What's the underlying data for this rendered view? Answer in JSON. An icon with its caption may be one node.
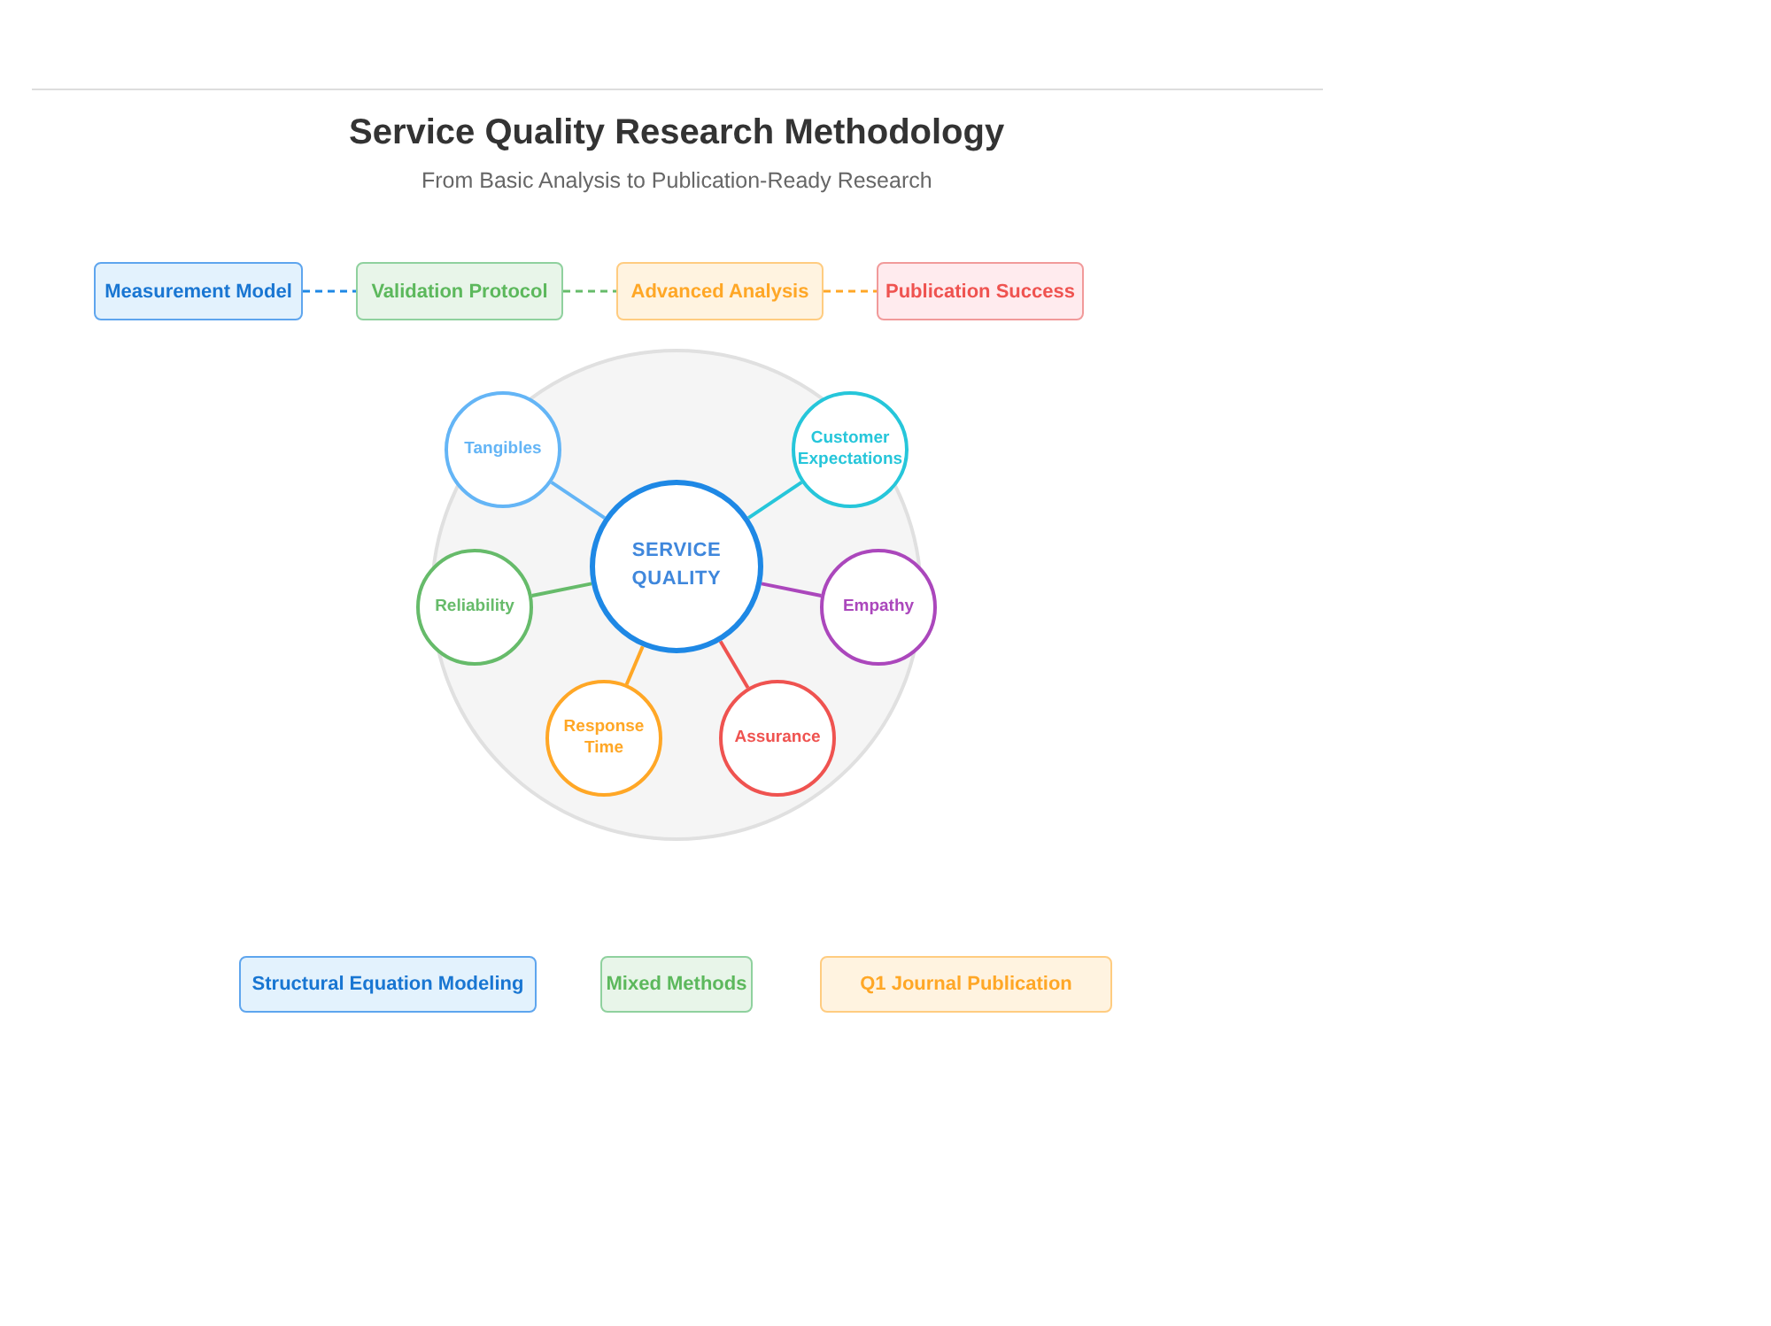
{
  "diagram": {
    "title": "Service Quality Research Methodology",
    "nodes": [
      {
        "text": [
          "Measurement Model"
        ]
      },
      {
        "text": [
          "Validation Protocol"
        ]
      },
      {
        "text": [
          "Advanced Analysis"
        ]
      },
      {
        "text": [
          "Publication Success"
        ]
      },
      {
        "text": [],
        "shape": "circle"
      },
      {
        "text": [
          "Tangibles"
        ],
        "in": 4
      },
      {
        "text": [
          "Customer Expectations"
        ],
        "in": 4
      },
      {
        "text": [
          "SERVICE QUALITY"
        ],
        "in": 4
      },
      {
        "text": [
          "Reliability"
        ],
        "in": 4
      },
      {
        "text": [
          "Empathy"
        ],
        "in": 4
      },
      {
        "text": [
          "Response Time"
        ],
        "in": 4
      },
      {
        "text": [
          "Assurance"
        ],
        "in": 4
      },
      {
        "text": [
          "Structural Equation Modeling"
        ]
      },
      {
        "text": [
          "Mixed Methods"
        ]
      },
      {
        "text": [
          "Q1 Journal Publication"
        ]
      }
    ],
    "edges": [
      {
        "from": 0,
        "to": 1,
        "arrow": "none",
        "style": "dashed",
        "color": "#1e88e5"
      },
      {
        "from": 1,
        "to": 2,
        "arrow": "none",
        "style": "dashed",
        "color": "#66bb6a"
      },
      {
        "from": 2,
        "to": 3,
        "arrow": "none",
        "style": "dashed",
        "color": "#ffa726"
      },
      {
        "from": 7,
        "to": 5,
        "arrow": "none",
        "color": "#64b5f6"
      },
      {
        "from": 7,
        "to": 6,
        "arrow": "none",
        "color": "#26c6da"
      },
      {
        "from": 7,
        "to": 8,
        "arrow": "none",
        "color": "#66bb6a"
      },
      {
        "from": 7,
        "to": 9,
        "arrow": "none",
        "color": "#ab47bc"
      },
      {
        "from": 7,
        "to": 10,
        "arrow": "none",
        "color": "#ffa726"
      },
      {
        "from": 7,
        "to": 11,
        "arrow": "none",
        "color": "#ef5350"
      }
    ],
    "labels": [
      "From Basic Analysis to Publication-Ready Research"
    ]
  }
}
